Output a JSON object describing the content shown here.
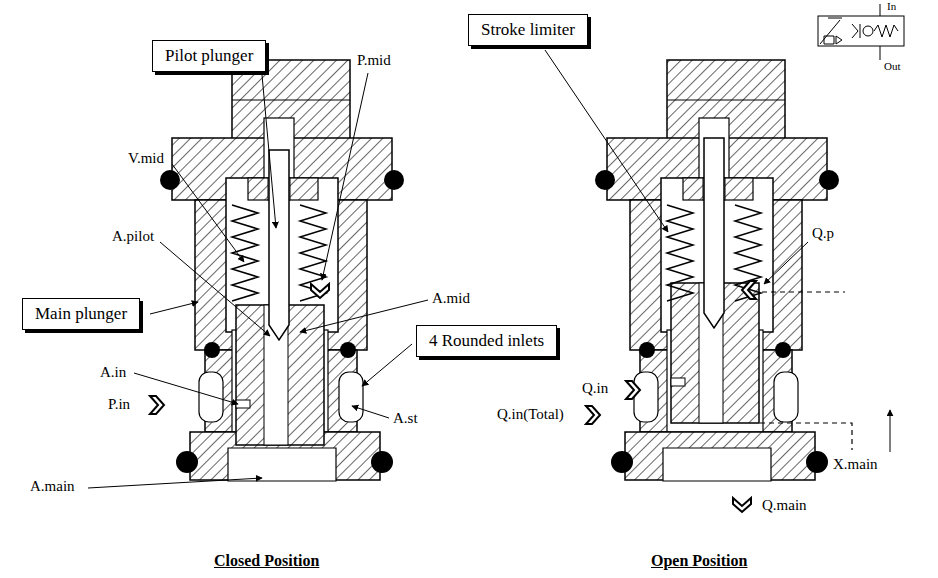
{
  "diagram": {
    "nodes": [
      {
        "text": [
          "Pilot plunger"
        ]
      },
      {
        "text": [
          "Main plunger"
        ]
      },
      {
        "text": [
          "4 Rounded inlets"
        ]
      },
      {
        "text": [
          "Stroke limiter"
        ]
      }
    ],
    "labels": [
      "P.mid",
      "V.mid",
      "A.pilot",
      "A.mid",
      "A.in",
      "P.in",
      "A.st",
      "A.main",
      "Closed Position",
      "Q.p",
      "Q.in",
      "Q.in(Total)",
      "X.main",
      "Q.main",
      "Open Position",
      "In",
      "Out"
    ]
  }
}
